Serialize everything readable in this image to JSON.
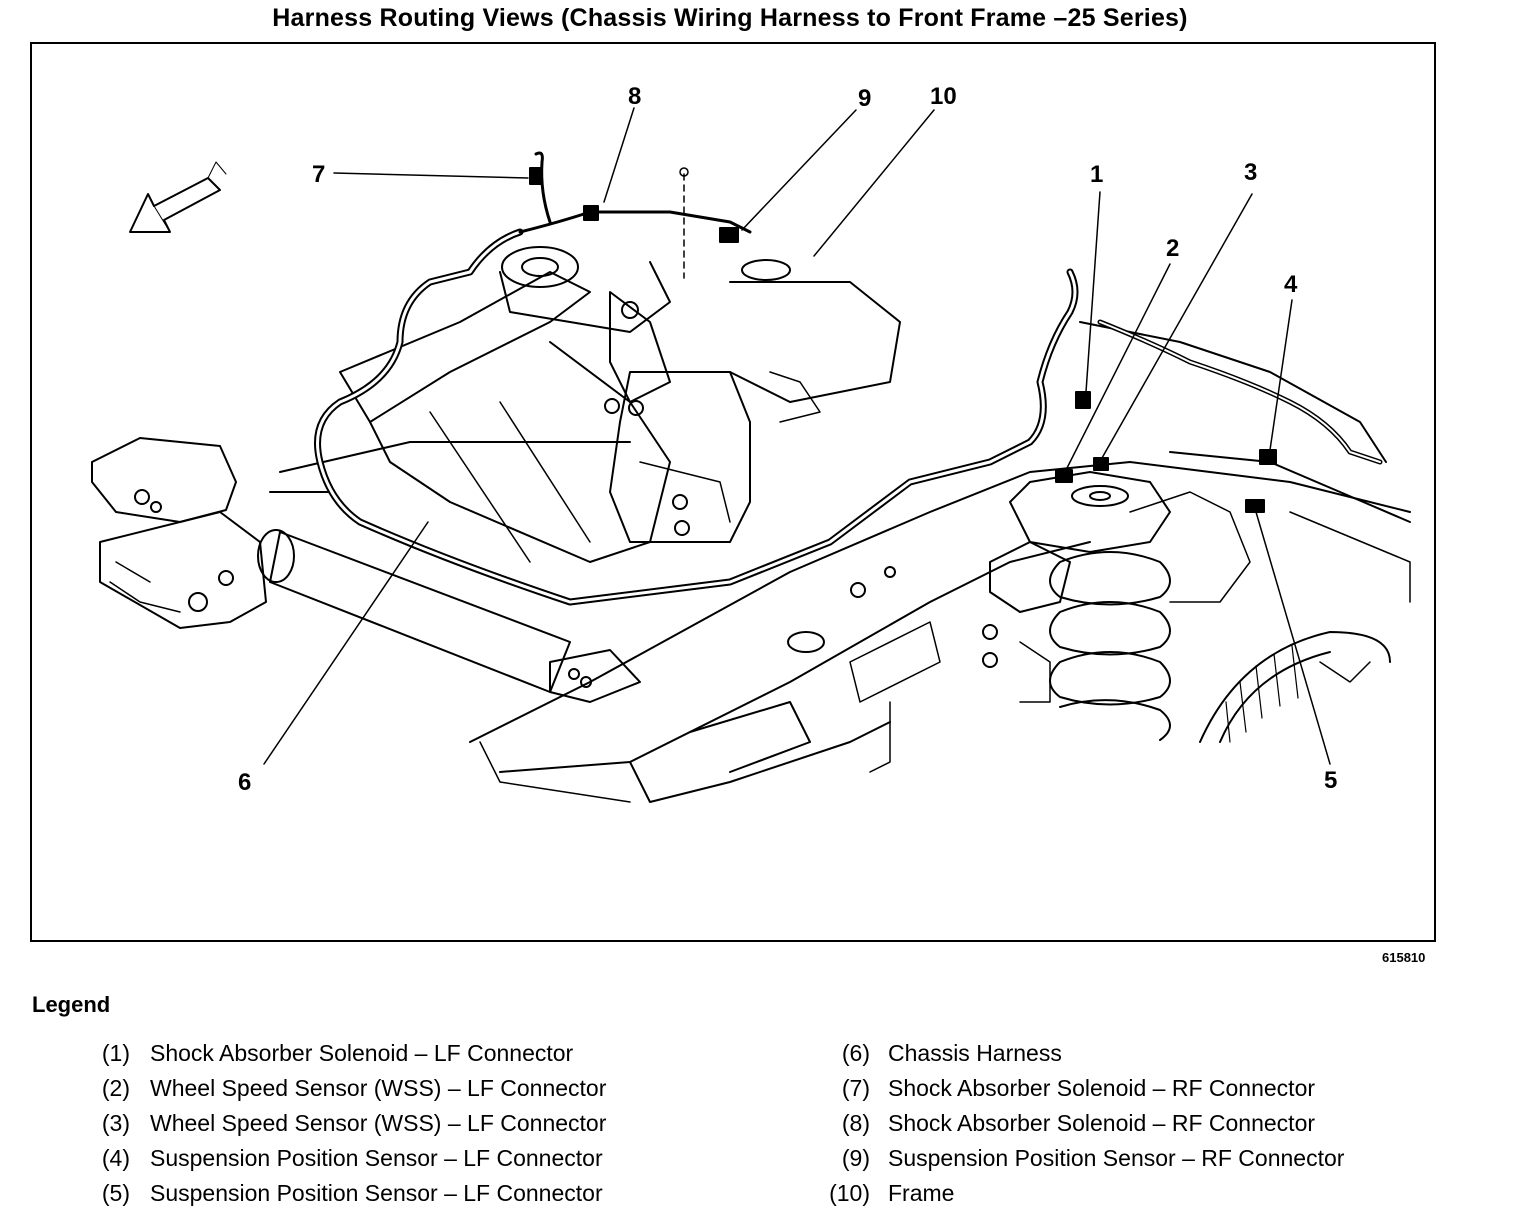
{
  "title": "Harness Routing Views (Chassis Wiring Harness to Front Frame –25 Series)",
  "figure_id": "615810",
  "callouts": [
    "1",
    "2",
    "3",
    "4",
    "5",
    "6",
    "7",
    "8",
    "9",
    "10"
  ],
  "legend": {
    "heading": "Legend",
    "items": [
      {
        "num": "(1)",
        "label": "Shock Absorber Solenoid – LF Connector"
      },
      {
        "num": "(2)",
        "label": "Wheel Speed Sensor (WSS) – LF Connector"
      },
      {
        "num": "(3)",
        "label": "Wheel Speed Sensor (WSS) – LF Connector"
      },
      {
        "num": "(4)",
        "label": "Suspension Position Sensor – LF Connector"
      },
      {
        "num": "(5)",
        "label": "Suspension Position Sensor – LF Connector"
      },
      {
        "num": "(6)",
        "label": "Chassis Harness"
      },
      {
        "num": "(7)",
        "label": "Shock Absorber Solenoid – RF Connector"
      },
      {
        "num": "(8)",
        "label": "Shock Absorber Solenoid – RF Connector"
      },
      {
        "num": "(9)",
        "label": "Suspension Position Sensor – RF Connector"
      },
      {
        "num": "(10)",
        "label": "Frame"
      }
    ]
  }
}
